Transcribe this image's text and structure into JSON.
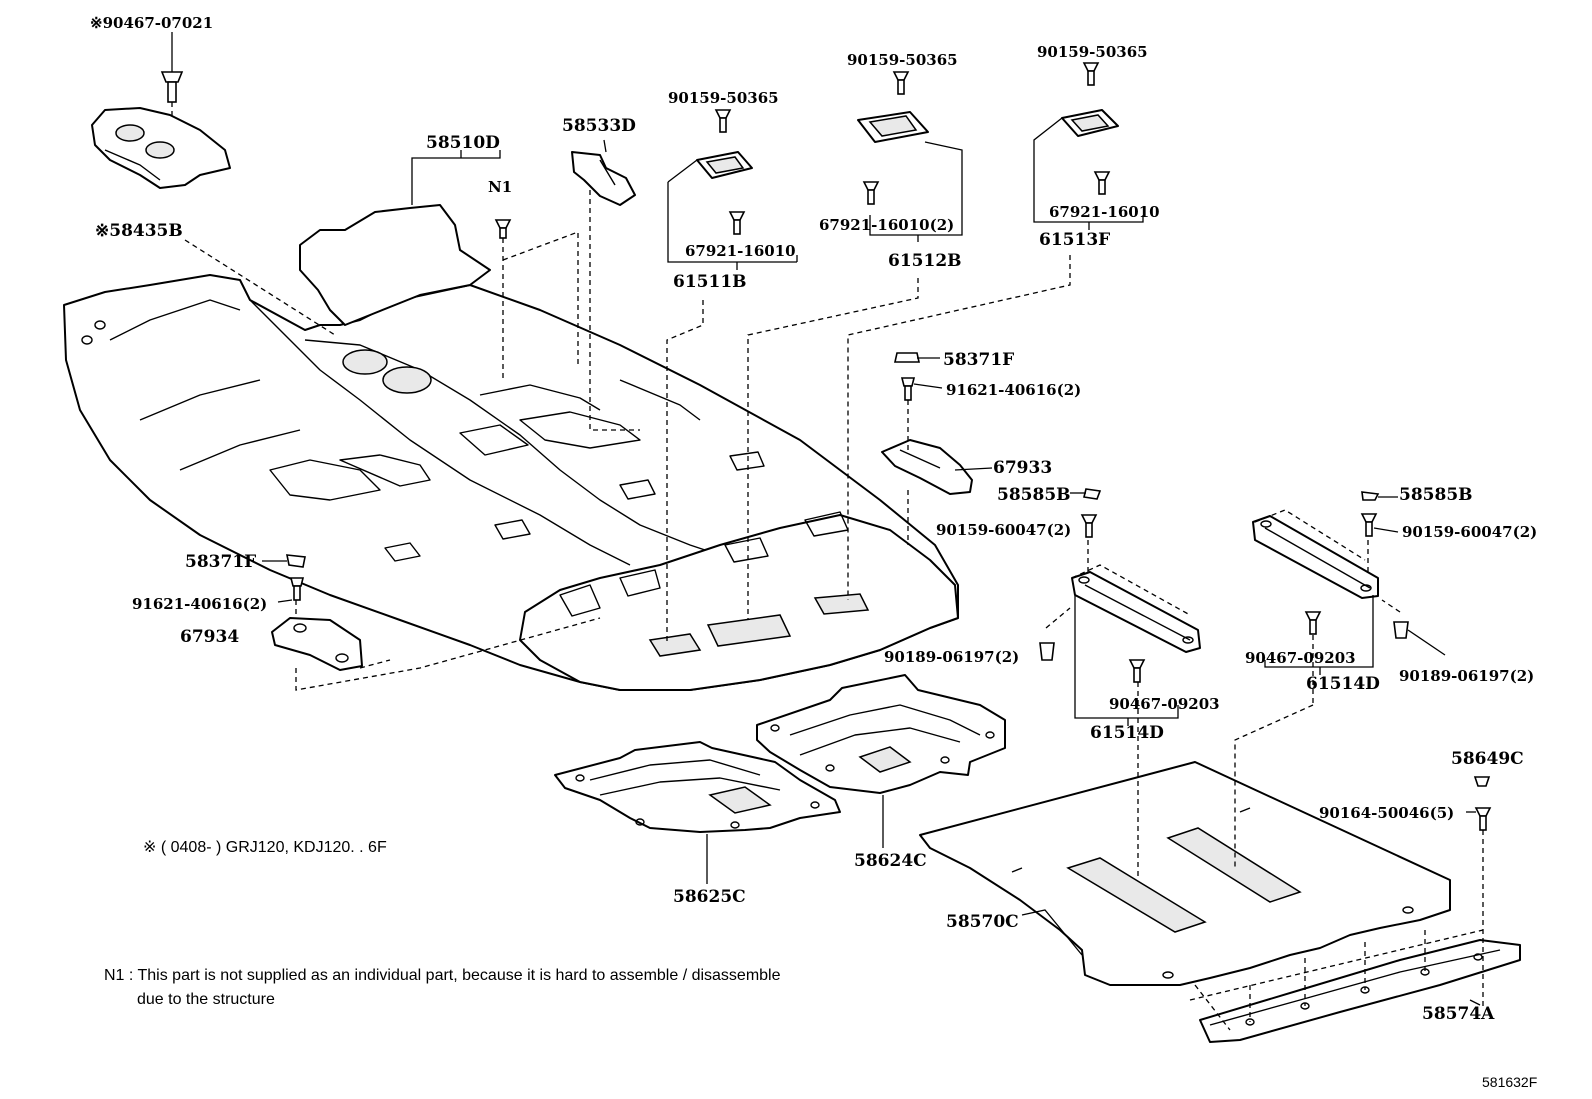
{
  "diagram": {
    "labels": {
      "p_90467_07021": "※90467-07021",
      "p_58435b": "※58435B",
      "p_58510d": "58510D",
      "p_n1": "N1",
      "p_58533d": "58533D",
      "p_90159_50365_a": "90159-50365",
      "p_90159_50365_b": "90159-50365",
      "p_90159_50365_c": "90159-50365",
      "p_67921_16010_a": "67921-16010",
      "p_67921_16010_b": "67921-16010(2)",
      "p_67921_16010_c": "67921-16010",
      "p_61511b": "61511B",
      "p_61512b": "61512B",
      "p_61513f": "61513F",
      "p_58371f_a": "58371F",
      "p_91621_40616_a": "91621-40616(2)",
      "p_67933": "67933",
      "p_58585b_a": "58585B",
      "p_90159_60047_a": "90159-60047(2)",
      "p_58585b_b": "58585B",
      "p_90159_60047_b": "90159-60047(2)",
      "p_58371f_b": "58371F",
      "p_91621_40616_b": "91621-40616(2)",
      "p_67934": "67934",
      "p_90189_06197_a": "90189-06197(2)",
      "p_90467_09203_a": "90467-09203",
      "p_61514d_a": "61514D",
      "p_90467_09203_b": "90467-09203",
      "p_61514d_b": "61514D",
      "p_90189_06197_b": "90189-06197(2)",
      "p_58649c": "58649C",
      "p_90164_50046": "90164-50046(5)",
      "p_58624c": "58624C",
      "p_58625c": "58625C",
      "p_58570c": "58570C",
      "p_58574a": "58574A"
    },
    "footnotes": {
      "applicability": "※ ( 0408-        )  GRJ120, KDJ120. . 6F",
      "n1_line1": "N1 :  This part is not supplied as an individual part, because it is hard to assemble / disassemble",
      "n1_line2": "due to the structure"
    },
    "figure_id": "581632F"
  }
}
